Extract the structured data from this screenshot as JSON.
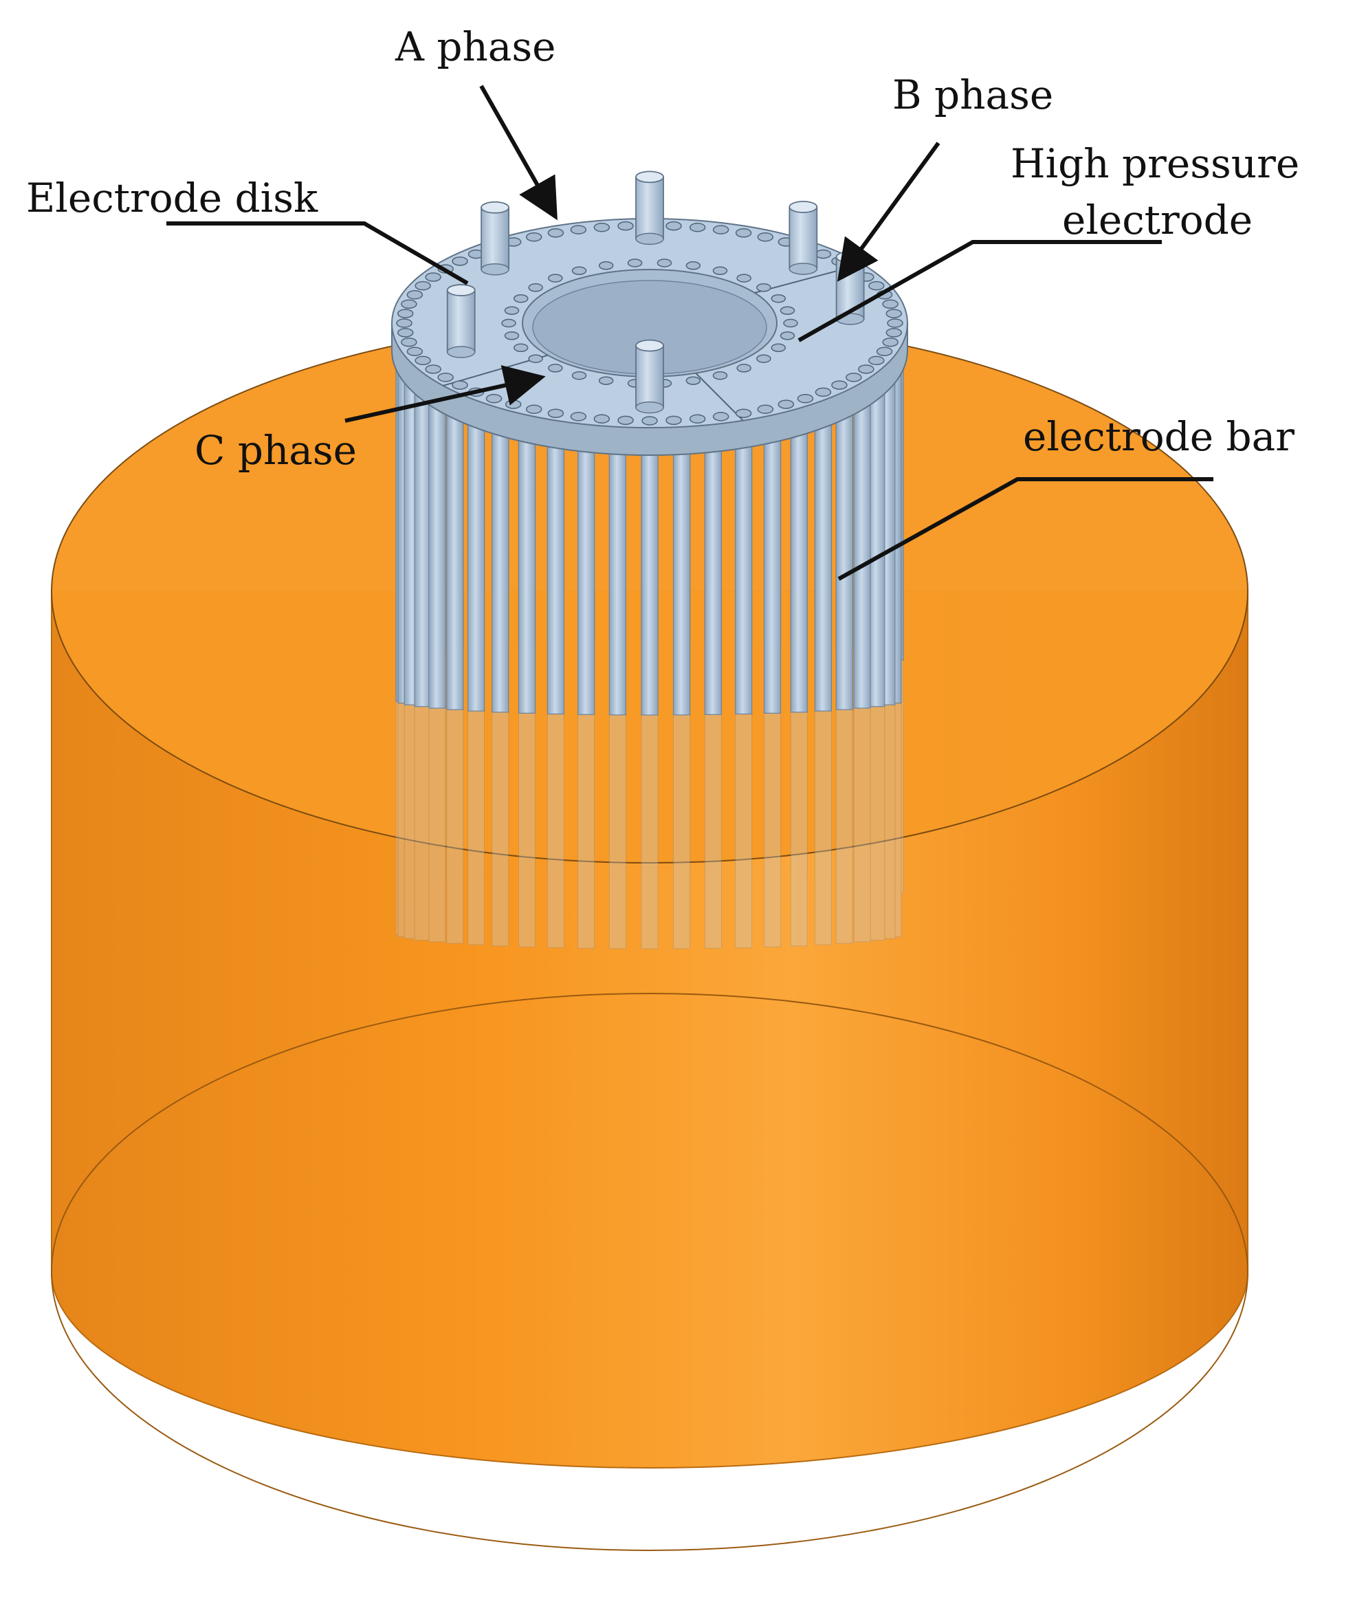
{
  "labels": {
    "a_phase": "A phase",
    "b_phase": "B phase",
    "c_phase": "C phase",
    "electrode_disk": "Electrode disk",
    "high_pressure_line1": "High pressure",
    "high_pressure_line2": "electrode",
    "electrode_bar": "electrode bar"
  },
  "colors": {
    "tank_fill": "#f7941d",
    "tank_dark": "#e07f12",
    "tank_light": "#faa637",
    "metal": "#b9cce0",
    "metal_dark": "#8ea5bd",
    "metal_edge": "#5f7388",
    "line": "#111111"
  },
  "structure": {
    "outer_bars": 48,
    "inner_holes": 30,
    "outer_holes": 64,
    "phase_rods": 6
  }
}
